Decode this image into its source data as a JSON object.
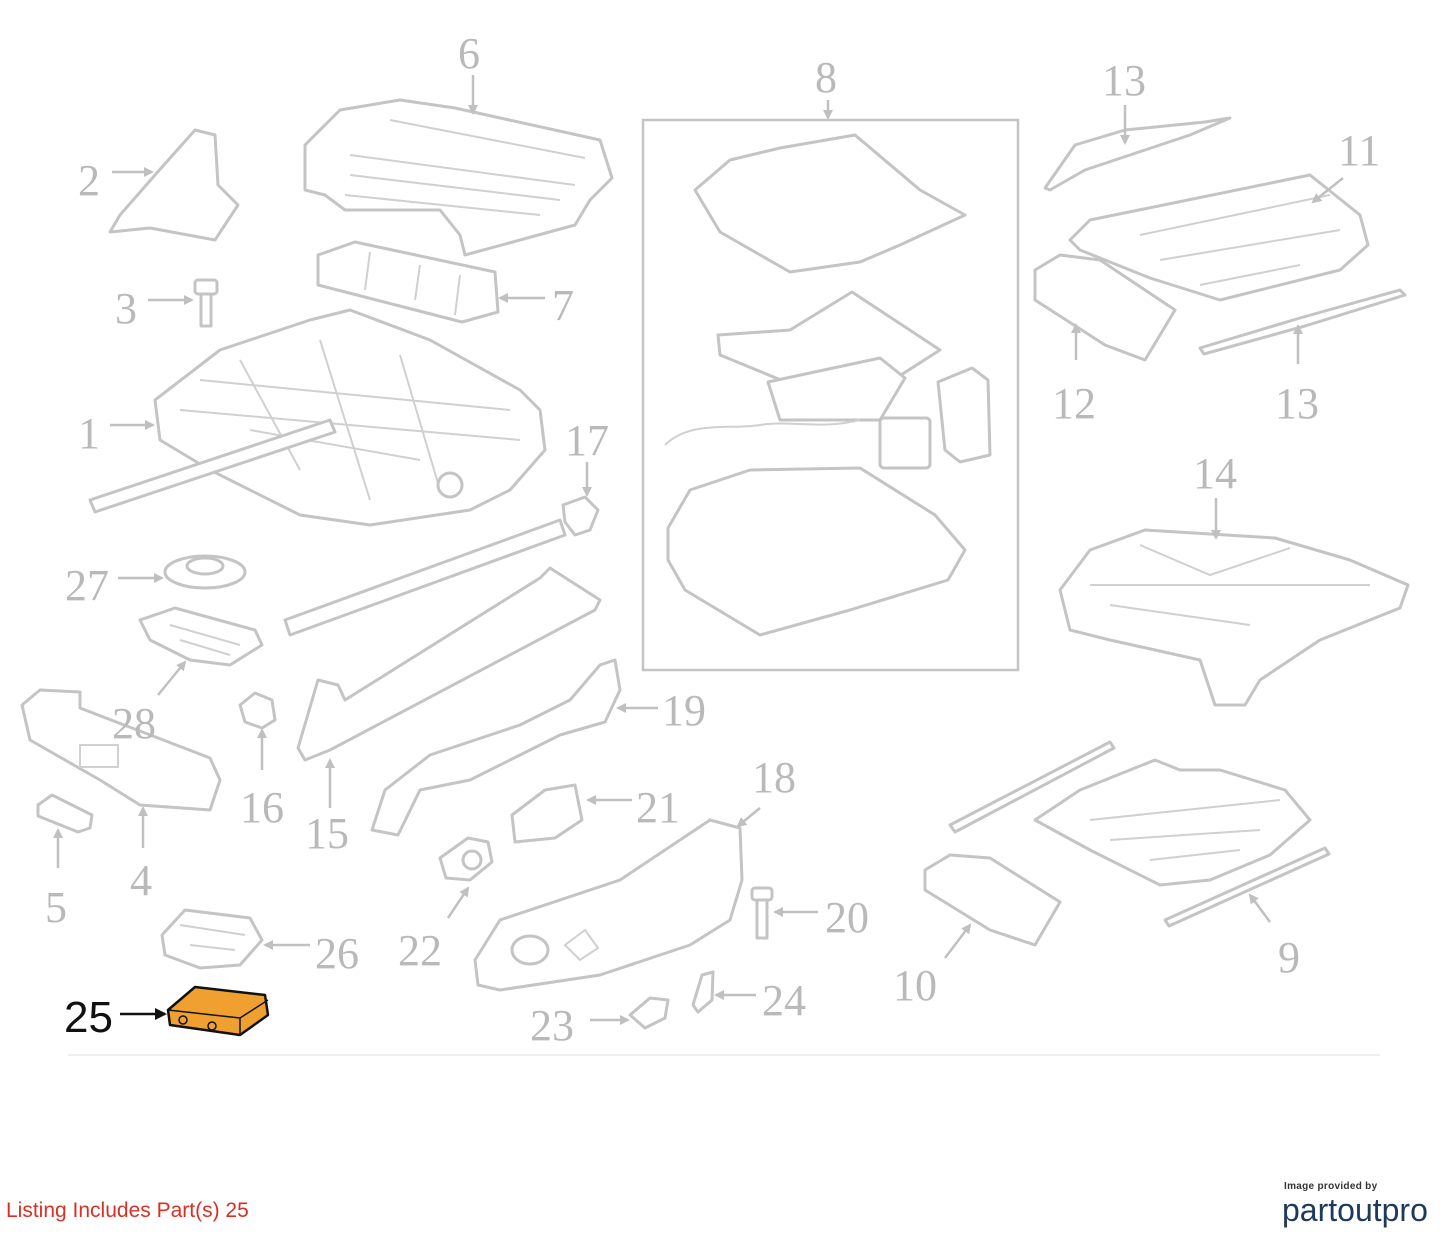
{
  "footer": {
    "listing_text": "Listing Includes Part(s) 25",
    "brand_caption": "Image provided by",
    "brand_name": "partoutpro"
  },
  "highlight_color": "#f0a030",
  "callouts": {
    "c1": "1",
    "c2": "2",
    "c3": "3",
    "c4": "4",
    "c5": "5",
    "c6": "6",
    "c7": "7",
    "c8": "8",
    "c9": "9",
    "c10": "10",
    "c11": "11",
    "c12": "12",
    "c13a": "13",
    "c13b": "13",
    "c14": "14",
    "c15": "15",
    "c16": "16",
    "c17": "17",
    "c18": "18",
    "c19": "19",
    "c20": "20",
    "c21": "21",
    "c22": "22",
    "c23": "23",
    "c24": "24",
    "c25": "25",
    "c26": "26",
    "c27": "27",
    "c28": "28"
  }
}
